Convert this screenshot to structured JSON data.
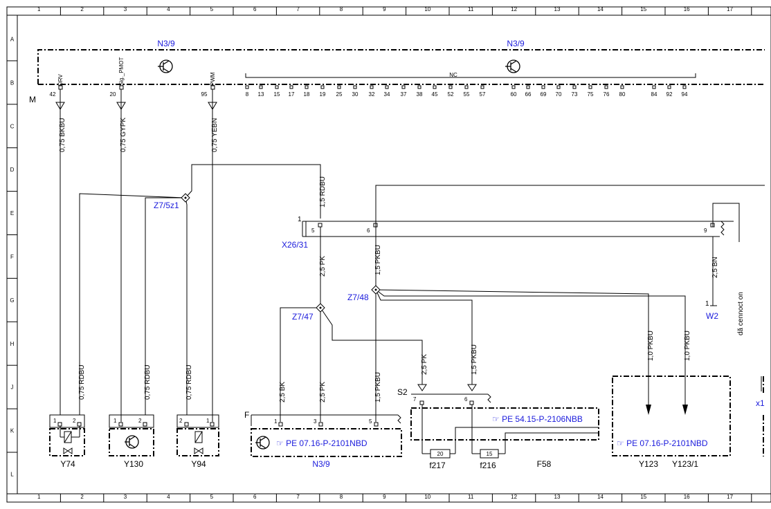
{
  "grid": {
    "columns": [
      "1",
      "2",
      "3",
      "4",
      "5",
      "6",
      "7",
      "8",
      "9",
      "10",
      "11",
      "12",
      "13",
      "14",
      "15",
      "16",
      "17"
    ],
    "rows": [
      "A",
      "B",
      "C",
      "D",
      "E",
      "F",
      "G",
      "H",
      "J",
      "K",
      "L"
    ]
  },
  "modules": {
    "n39_top_left": "N3/9",
    "n39_top_right": "N3/9",
    "n39_bottom": "N3/9",
    "ground_label": "M",
    "pin_drv": "DRV",
    "pin_sig": "Sig._PMOT",
    "pin_pwm": "PWM",
    "nc_label": "NC",
    "pins": [
      "42",
      "20",
      "95",
      "8",
      "13",
      "15",
      "17",
      "18",
      "19",
      "25",
      "30",
      "32",
      "34",
      "37",
      "38",
      "45",
      "52",
      "55",
      "57",
      "60",
      "66",
      "69",
      "70",
      "73",
      "75",
      "76",
      "80",
      "84",
      "92",
      "94"
    ]
  },
  "wires": {
    "w1": "0,75 BKBU",
    "w2": "0,75 GYPK",
    "w3": "0,75 YEBN",
    "w4": "1,5 RDBU",
    "w5": "2,5 PK",
    "w6": "1,5 PKBU",
    "w7": "2,5 BN",
    "w8": "0,75 RDBU",
    "w9": "0,75 RDBU",
    "w10": "0,75 RDBU",
    "w11": "2,5 BK",
    "w12": "2,5 PK",
    "w13": "1,5 PKBU",
    "w14": "2,5 PK",
    "w15": "1,5 PKBU",
    "w16": "1,0 PKBU",
    "w17": "1,0 PKBU"
  },
  "junctions": {
    "z75": "Z7/5z1",
    "z747": "Z7/47",
    "z748": "Z7/48"
  },
  "connectors": {
    "x2631": "X26/31",
    "x_pin1": "1",
    "x_pin5": "5",
    "x_pin6": "6",
    "x_pin9": "9",
    "w2": "W2",
    "w2_pin": "1",
    "note": "dă cennoct on",
    "s2": "S2",
    "f_label": "F",
    "s2_pin7": "7",
    "s2_pin6": "6",
    "partial": "x1"
  },
  "components": {
    "y74": "Y74",
    "y130": "Y130",
    "y94": "Y94",
    "y123": "Y123",
    "y1231": "Y123/1",
    "f217": "f217",
    "f216": "f216",
    "f58": "F58",
    "fuse20": "20",
    "fuse15": "15",
    "n39_pins": [
      "1",
      "3",
      "5"
    ]
  },
  "refs": {
    "pe1": "PE 07.16-P-2101NBD",
    "pe2": "PE 54.15-P-2106NBB",
    "pe3": "PE 07.16-P-2101NBD"
  },
  "colors": {
    "link": "#1a1adc",
    "line": "#000000"
  }
}
